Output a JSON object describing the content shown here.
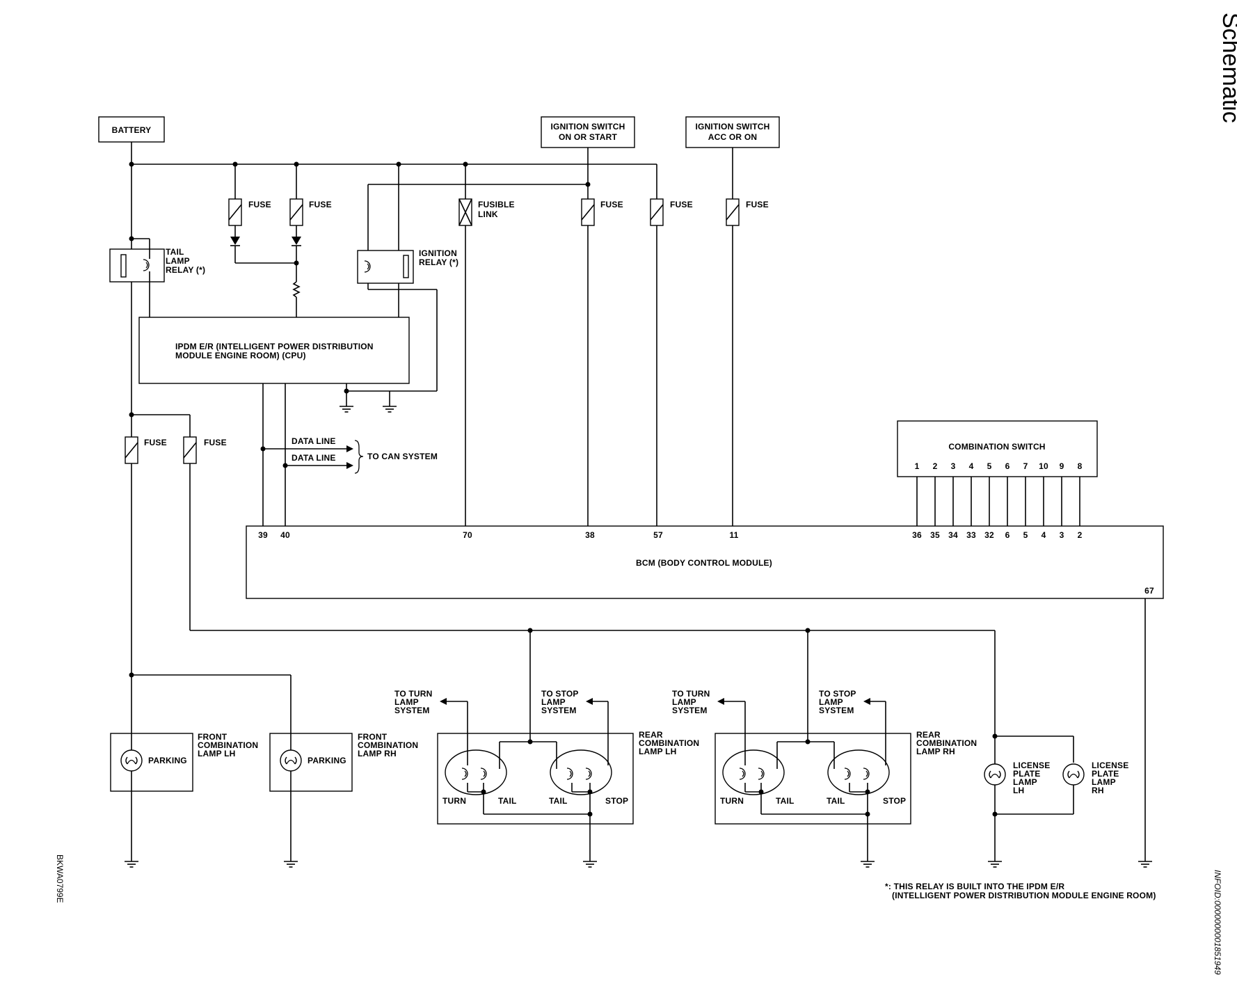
{
  "page": {
    "section_title": "Schematic",
    "info_id": "INFOID:0000000001851949",
    "figure_code": "BKWA0799E",
    "footnote_1": "*: THIS RELAY IS BUILT INTO THE IPDM E/R",
    "footnote_2": "(INTELLIGENT POWER DISTRIBUTION MODULE ENGINE ROOM)"
  },
  "sources": {
    "battery": "BATTERY",
    "ign_on_1": "IGNITION SWITCH",
    "ign_on_2": "ON OR START",
    "ign_acc_1": "IGNITION SWITCH",
    "ign_acc_2": "ACC OR ON"
  },
  "labels": {
    "fuse": "FUSE",
    "fusible_1": "FUSIBLE",
    "fusible_2": "LINK",
    "tail_relay_1": "TAIL",
    "tail_relay_2": "LAMP",
    "tail_relay_3": "RELAY (*)",
    "ign_relay_1": "IGNITION",
    "ign_relay_2": "RELAY (*)",
    "ipdm_1": "IPDM E/R (INTELLIGENT POWER DISTRIBUTION",
    "ipdm_2": "MODULE ENGINE ROOM) (CPU)",
    "data_line": "DATA LINE",
    "to_can": "TO CAN SYSTEM",
    "bcm": "BCM (BODY CONTROL MODULE)",
    "combo_switch": "COMBINATION SWITCH",
    "parking": "PARKING",
    "front_1": "FRONT",
    "front_2": "COMBINATION",
    "front_lh": "LAMP LH",
    "front_rh": "LAMP RH",
    "rear_1": "REAR",
    "rear_2": "COMBINATION",
    "rear_lh": "LAMP LH",
    "rear_rh": "LAMP RH",
    "to_turn_1": "TO TURN",
    "to_turn_2": "LAMP",
    "to_turn_3": "SYSTEM",
    "to_stop_1": "TO STOP",
    "to_stop_2": "LAMP",
    "to_stop_3": "SYSTEM",
    "turn": "TURN",
    "tail": "TAIL",
    "stop": "STOP",
    "lic_1": "LICENSE",
    "lic_2": "PLATE",
    "lic_3": "LAMP",
    "lic_lh": "LH",
    "lic_rh": "RH"
  },
  "bcm_pins": [
    "39",
    "40",
    "70",
    "38",
    "57",
    "11",
    "36",
    "35",
    "34",
    "33",
    "32",
    "6",
    "5",
    "4",
    "3",
    "2",
    "67"
  ],
  "combo_pins": [
    "1",
    "2",
    "3",
    "4",
    "5",
    "6",
    "7",
    "10",
    "9",
    "8"
  ]
}
